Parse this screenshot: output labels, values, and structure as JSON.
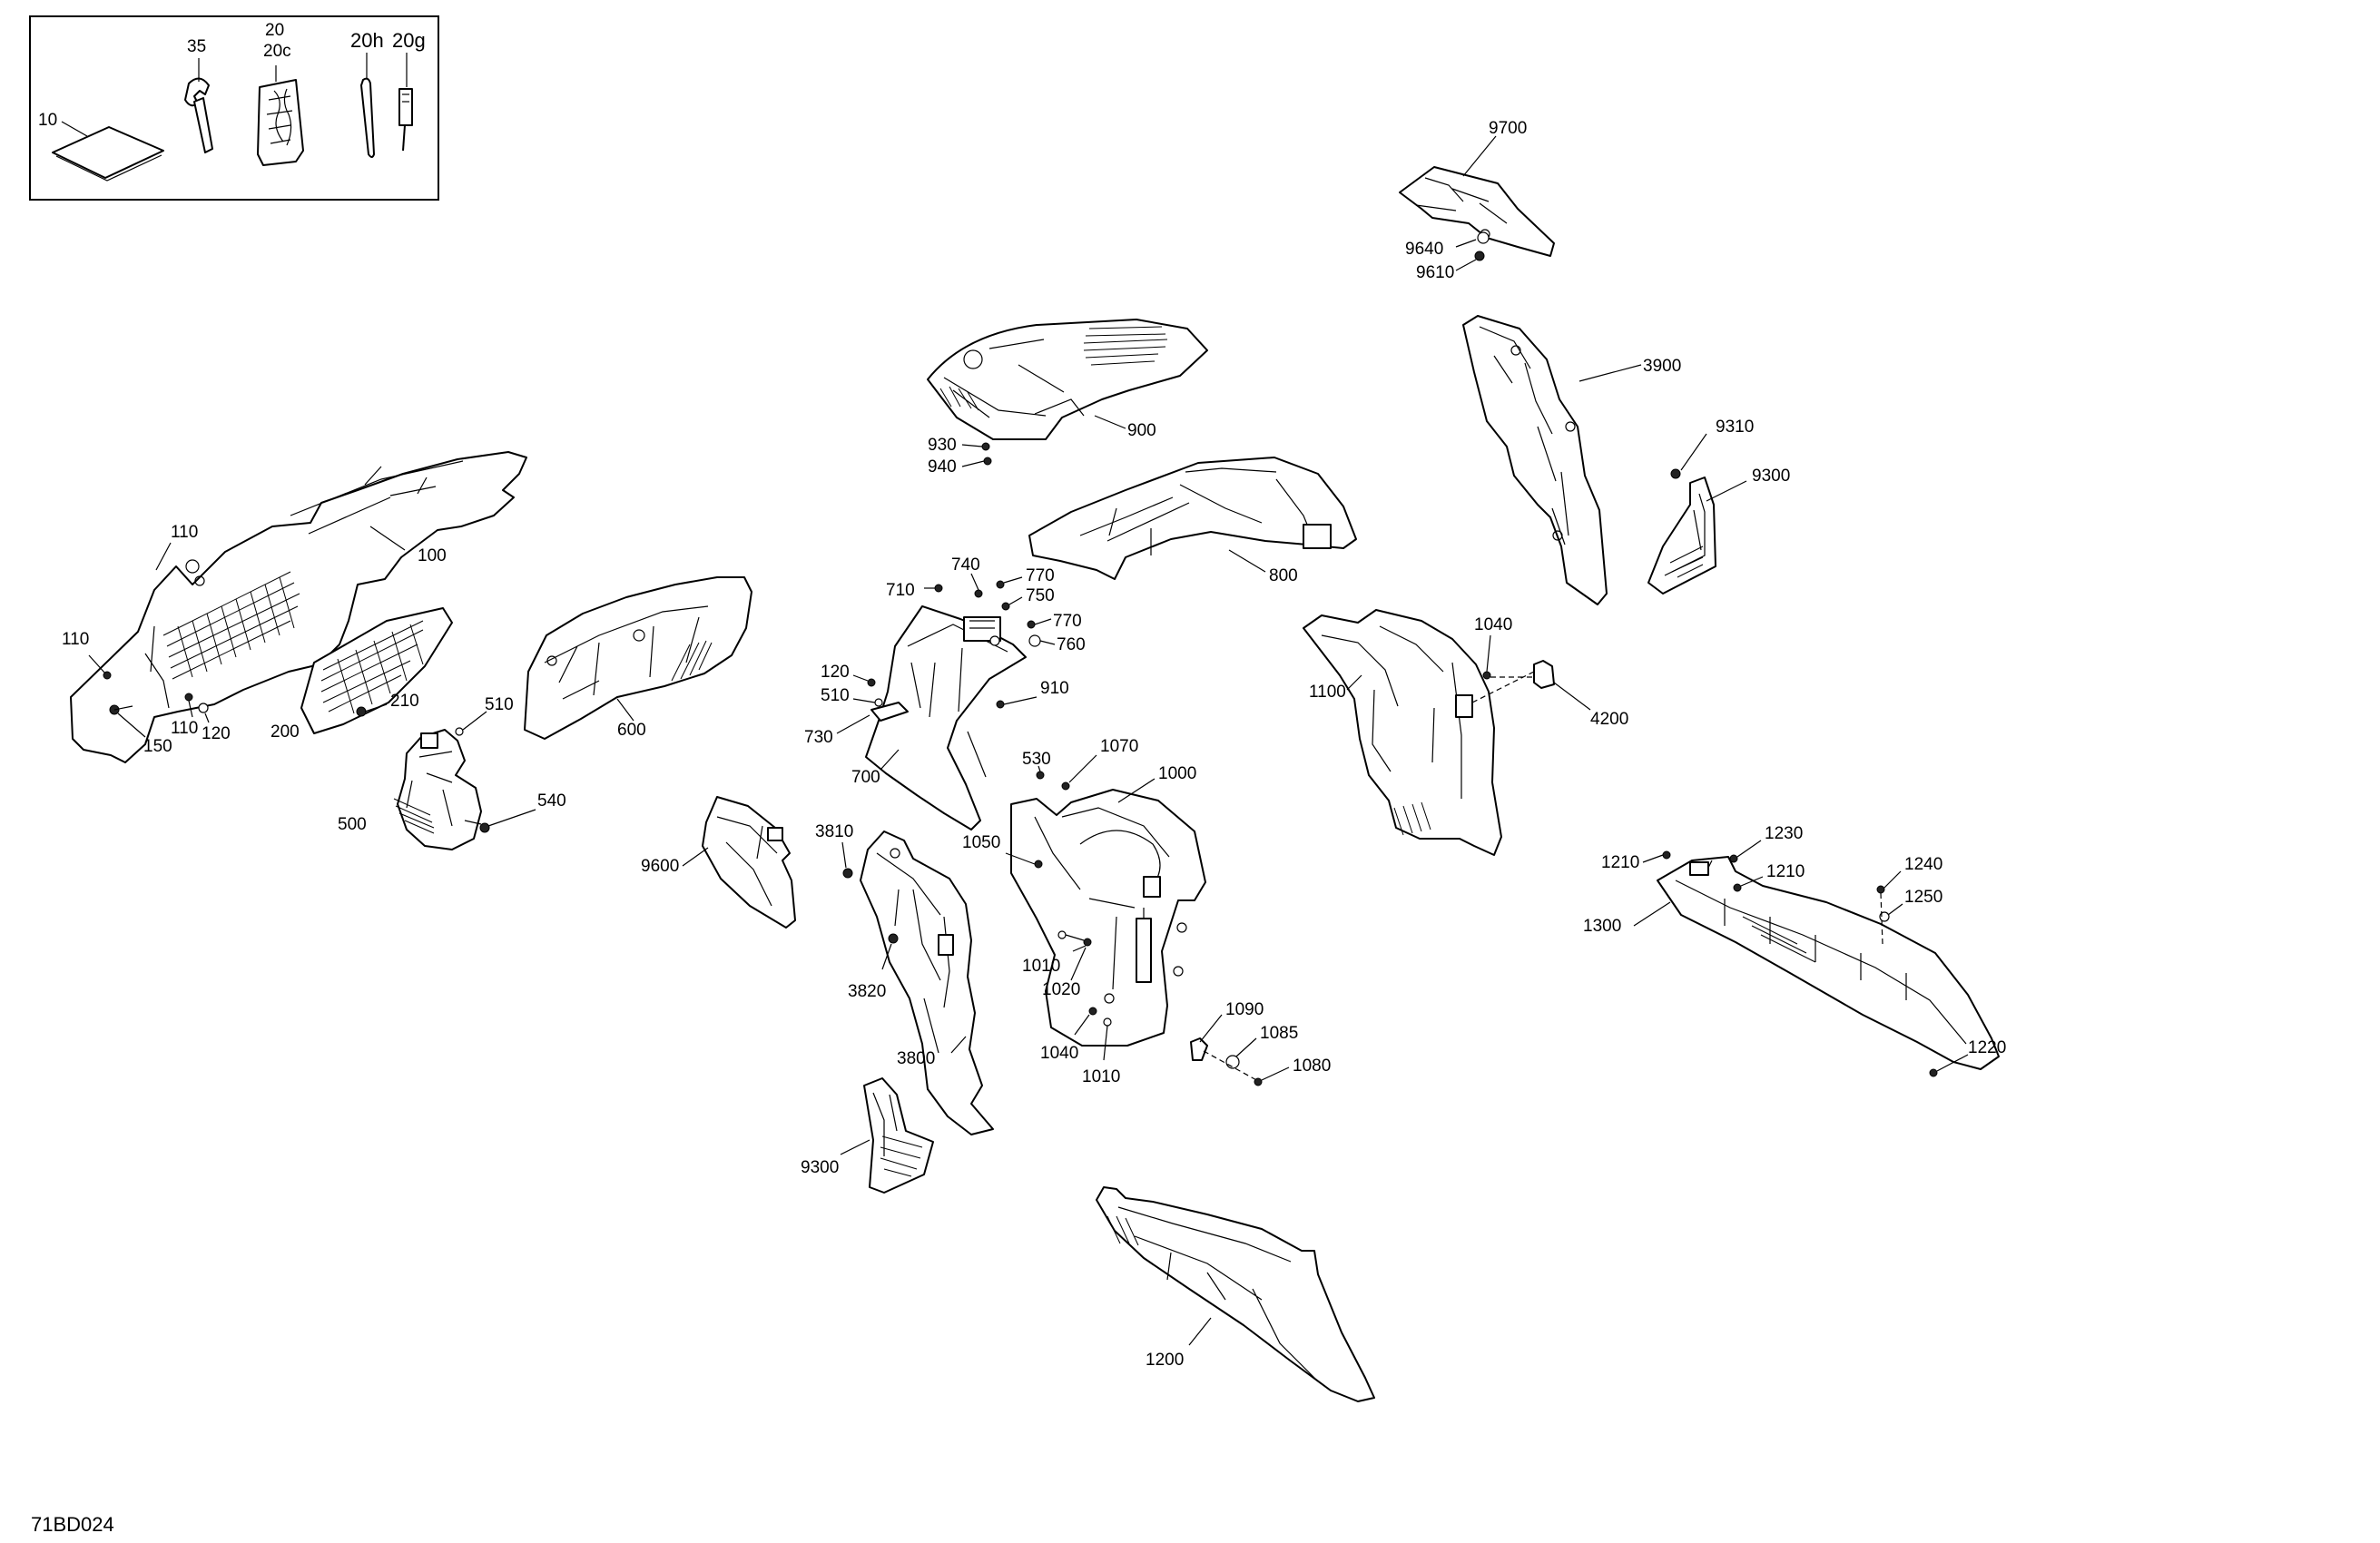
{
  "diagram_code": "71BD024",
  "kit_labels": {
    "l10": "10",
    "l35": "35",
    "l20": "20",
    "l20c": "20c",
    "l20h": "20h",
    "l20g": "20g"
  },
  "labels": {
    "l9700": "9700",
    "l9640": "9640",
    "l9610": "9610",
    "l3900": "3900",
    "l9310": "9310",
    "l9300a": "9300",
    "l900": "900",
    "l930": "930",
    "l940": "940",
    "l800": "800",
    "l110a": "110",
    "l100": "100",
    "l110b": "110",
    "l150": "150",
    "l110c": "110",
    "l120a": "120",
    "l200": "200",
    "l210": "210",
    "l510a": "510",
    "l500": "500",
    "l540": "540",
    "l600": "600",
    "l740": "740",
    "l710": "710",
    "l770a": "770",
    "l750": "750",
    "l770b": "770",
    "l760": "760",
    "l120b": "120",
    "l510b": "510",
    "l910": "910",
    "l730": "730",
    "l700": "700",
    "l1040a": "1040",
    "l1100": "1100",
    "l4200": "4200",
    "l530": "530",
    "l1070": "1070",
    "l1000": "1000",
    "l9600": "9600",
    "l3810": "3810",
    "l1050": "1050",
    "l1230": "1230",
    "l1210a": "1210",
    "l1210b": "1210",
    "l1240": "1240",
    "l1250": "1250",
    "l1300": "1300",
    "l3820": "3820",
    "l1010a": "1010",
    "l1020": "1020",
    "l1090": "1090",
    "l1085": "1085",
    "l1080": "1080",
    "l1040b": "1040",
    "l1010b": "1010",
    "l3800": "3800",
    "l1220": "1220",
    "l9300b": "9300",
    "l1200": "1200"
  }
}
